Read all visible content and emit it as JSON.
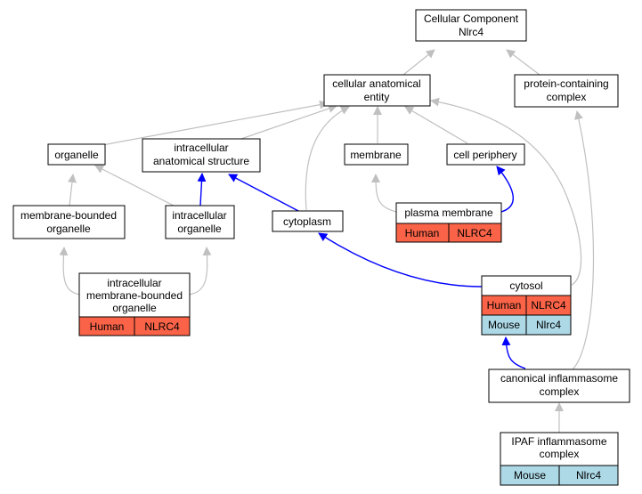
{
  "colors": {
    "human": "#fa6347",
    "mouse": "#add8e6",
    "edge_is_a": "#c0c0c0",
    "edge_part_of": "#0000ff"
  },
  "nodes": {
    "root": {
      "line1": "Cellular Component",
      "line2": "Nlrc4"
    },
    "cae": {
      "line1": "cellular anatomical",
      "line2": "entity"
    },
    "pcc": {
      "line1": "protein-containing",
      "line2": "complex"
    },
    "organelle": {
      "line1": "organelle"
    },
    "ias": {
      "line1": "intracellular",
      "line2": "anatomical structure"
    },
    "membrane": {
      "line1": "membrane"
    },
    "cellperiph": {
      "line1": "cell periphery"
    },
    "mbo": {
      "line1": "membrane-bounded",
      "line2": "organelle"
    },
    "io": {
      "line1": "intracellular",
      "line2": "organelle"
    },
    "cytoplasm": {
      "line1": "cytoplasm"
    },
    "pm": {
      "line1": "plasma membrane",
      "cell1": "Human",
      "cell2": "NLRC4"
    },
    "imbo": {
      "line1": "intracellular",
      "line2": "membrane-bounded",
      "line3": "organelle",
      "cell1": "Human",
      "cell2": "NLRC4"
    },
    "cytosol": {
      "line1": "cytosol",
      "row1": [
        "Human",
        "NLRC4"
      ],
      "row2": [
        "Mouse",
        "Nlrc4"
      ]
    },
    "cic": {
      "line1": "canonical inflammasome",
      "line2": "complex"
    },
    "ipaf": {
      "line1": "IPAF inflammasome",
      "line2": "complex",
      "cell1": "Mouse",
      "cell2": "Nlrc4"
    }
  }
}
